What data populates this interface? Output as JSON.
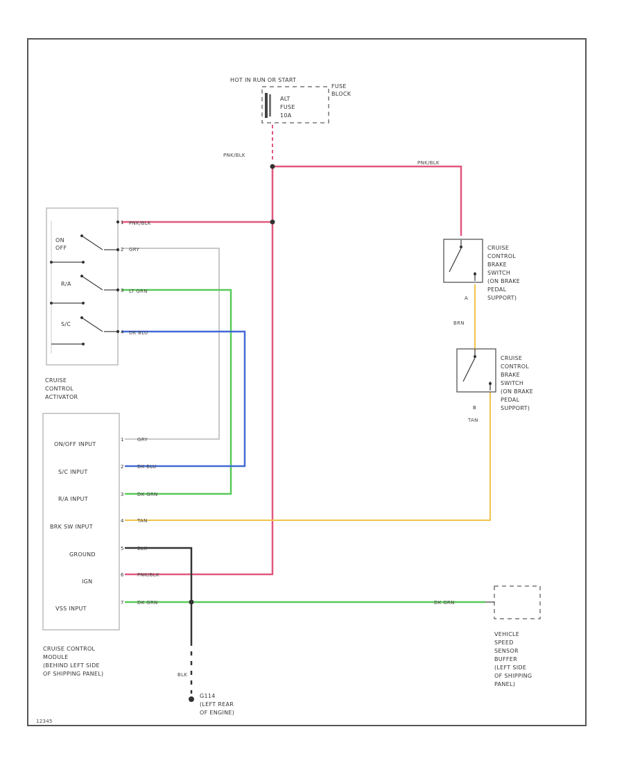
{
  "fuse_block": {
    "header": "HOT IN RUN OR START",
    "fuse_label": [
      "ALT",
      "FUSE",
      "10A"
    ],
    "name": [
      "FUSE",
      "BLOCK"
    ]
  },
  "wires": {
    "pnk_blk_main": "PNK/BLK",
    "pnk_blk_brake": "PNK/BLK",
    "activator_pnk_blk": "PNK/BLK",
    "activator_gry": "GRY",
    "activator_lt_grn": "LT GRN",
    "activator_dk_blu": "DK BLU",
    "brn": "BRN",
    "tan": "TAN",
    "onoff_gry": "GRY",
    "sc_dk_blu": "DK BLU",
    "ra_dk_grn": "DK GRN",
    "brk_tan": "TAN",
    "ground_blk": "BLK",
    "ign_pnk_blk": "PNK/BLK",
    "vss_dk_grn": "DK GRN",
    "vss_right_dk_grn": "DK GRN",
    "ground_blk_lower": "BLK"
  },
  "activator": {
    "switches": [
      "ON",
      "OFF",
      "R/A",
      "S/C"
    ],
    "pins": [
      "1",
      "2",
      "3",
      "4"
    ],
    "name": [
      "CRUISE",
      "CONTROL",
      "ACTIVATOR"
    ]
  },
  "brake_switch_top": {
    "name": [
      "CRUISE",
      "CONTROL",
      "BRAKE",
      "SWITCH",
      "(ON BRAKE",
      "PEDAL",
      "SUPPORT)"
    ],
    "pin": "A"
  },
  "brake_switch_bottom": {
    "name": [
      "CRUISE",
      "CONTROL",
      "BRAKE",
      "SWITCH",
      "(ON BRAKE",
      "PEDAL",
      "SUPPORT)"
    ],
    "pin": "B"
  },
  "module": {
    "inputs": [
      "ON/OFF INPUT",
      "S/C INPUT",
      "R/A INPUT",
      "BRK SW INPUT",
      "GROUND",
      "IGN",
      "VSS INPUT"
    ],
    "pins": [
      "1",
      "2",
      "3",
      "4",
      "5",
      "6",
      "7"
    ],
    "name": [
      "CRUISE CONTROL",
      "MODULE",
      "(BEHIND LEFT SIDE",
      "OF SHIPPING PANEL)"
    ]
  },
  "vss_buffer": {
    "name": [
      "VEHICLE",
      "SPEED",
      "SENSOR",
      "BUFFER",
      "(LEFT SIDE",
      "OF SHIPPING",
      "PANEL)"
    ]
  },
  "ground": {
    "name": [
      "G114",
      "(LEFT REAR",
      "OF ENGINE)"
    ]
  },
  "footer": {
    "code": "12345"
  },
  "colors": {
    "pink": "#e0577e",
    "green": "#57c957",
    "blue": "#4169d6",
    "gray": "#c8c8c8",
    "tan": "#efc24a",
    "black": "#333333"
  }
}
